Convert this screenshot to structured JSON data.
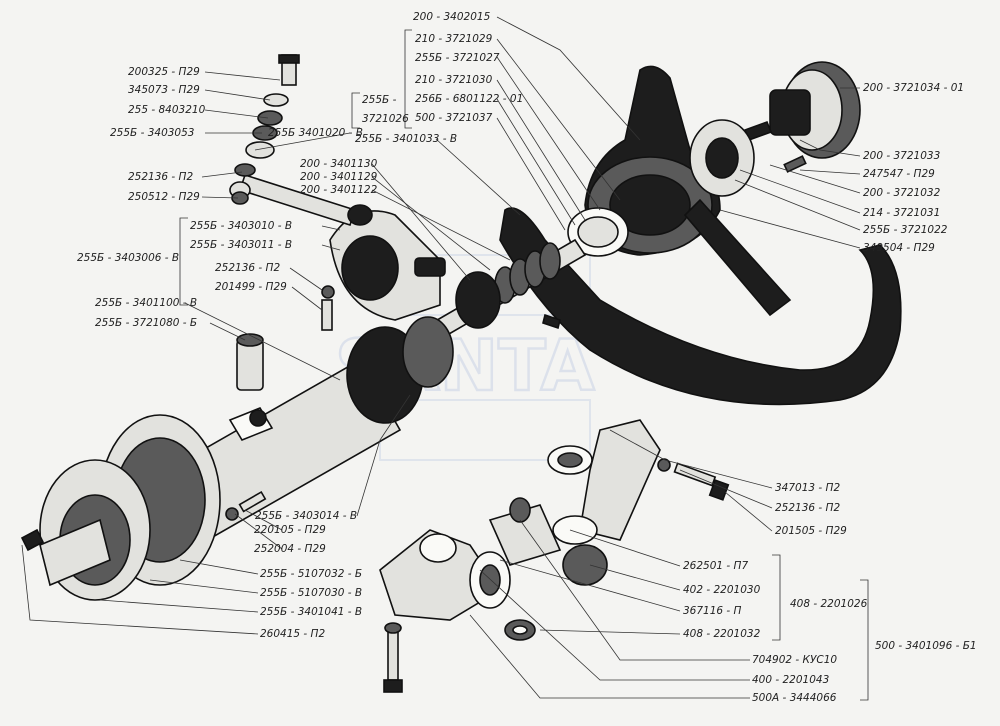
{
  "watermark": "SANTA",
  "labels": {
    "p200_3402015": "200 - 3402015",
    "p210_3721029": "210 - 3721029",
    "p255b_3721027": "255Б - 3721027",
    "p210_3721030": "210 - 3721030",
    "p256b_6801122_01": "256Б - 6801122 - 01",
    "p500_3721037": "500 - 3721037",
    "p255b_3721026_a": "255Б -",
    "p255b_3721026_b": "3721026",
    "p255b_3401033_v": "255Б - 3401033 - В",
    "p200_3721034_01": "200 - 3721034 - 01",
    "p200_3401130": "200 - 3401130",
    "p200_3401129": "200 - 3401129",
    "p200_3401122": "200 - 3401122",
    "p200_3721033": "200 - 3721033",
    "p247547_p29": "247547 - П29",
    "p200_3721032": "200 - 3721032",
    "p214_3721031": "214 - 3721031",
    "p255b_3721022": "255Б - 3721022",
    "p349504_p29": "349504 - П29",
    "p200325_p29": "200325 - П29",
    "p345073_p29": "345073 - П29",
    "p255_8403210": "255 - 8403210",
    "p255b_3403053": "255Б - 3403053",
    "p255b_3401020_v": "255Б 3401020 - В",
    "p252136_p2_a": "252136 - П2",
    "p250512_p29": "250512 - П29",
    "p255b_3403010_v": "255Б - 3403010 - В",
    "p255b_3403011_v": "255Б - 3403011 - В",
    "p255b_3403006_v": "255Б - 3403006 - В",
    "p252136_p2_b": "252136 - П2",
    "p201499_p29": "201499 - П29",
    "p255b_3401100_v": "255Б - 3401100 - В",
    "p255b_3721080_b": "255Б - 3721080 - Б",
    "p347013_p2": "347013 - П2",
    "p252136_p2_c": "252136 - П2",
    "p201505_p29": "201505 - П29",
    "p255b_3403014_v": "255Б - 3403014 - В",
    "p220105_p29": "220105 - П29",
    "p252004_p29": "252004 - П29",
    "p255b_5107032_b": "255Б - 5107032 - Б",
    "p255b_5107030_v": "255Б - 5107030 - В",
    "p255b_3401041_v": "255Б - 3401041 - В",
    "p260415_p2": "260415 - П2",
    "p262501_p7": "262501 - П7",
    "p402_2201030": "402 - 2201030",
    "p367116_p": "367116 - П",
    "p408_2201032": "408 - 2201032",
    "p408_2201026": "408 - 2201026",
    "p704902_k": "704902 - КУС10",
    "p400_2201043": "400 - 2201043",
    "p500_3401096_b1": "500 - 3401096 - Б1",
    "p500a_3444066": "500А - 3444066"
  },
  "colors": {
    "ink": "#1d1d1d",
    "paper": "#f4f4f2",
    "watermark": "#c9d3e6"
  }
}
